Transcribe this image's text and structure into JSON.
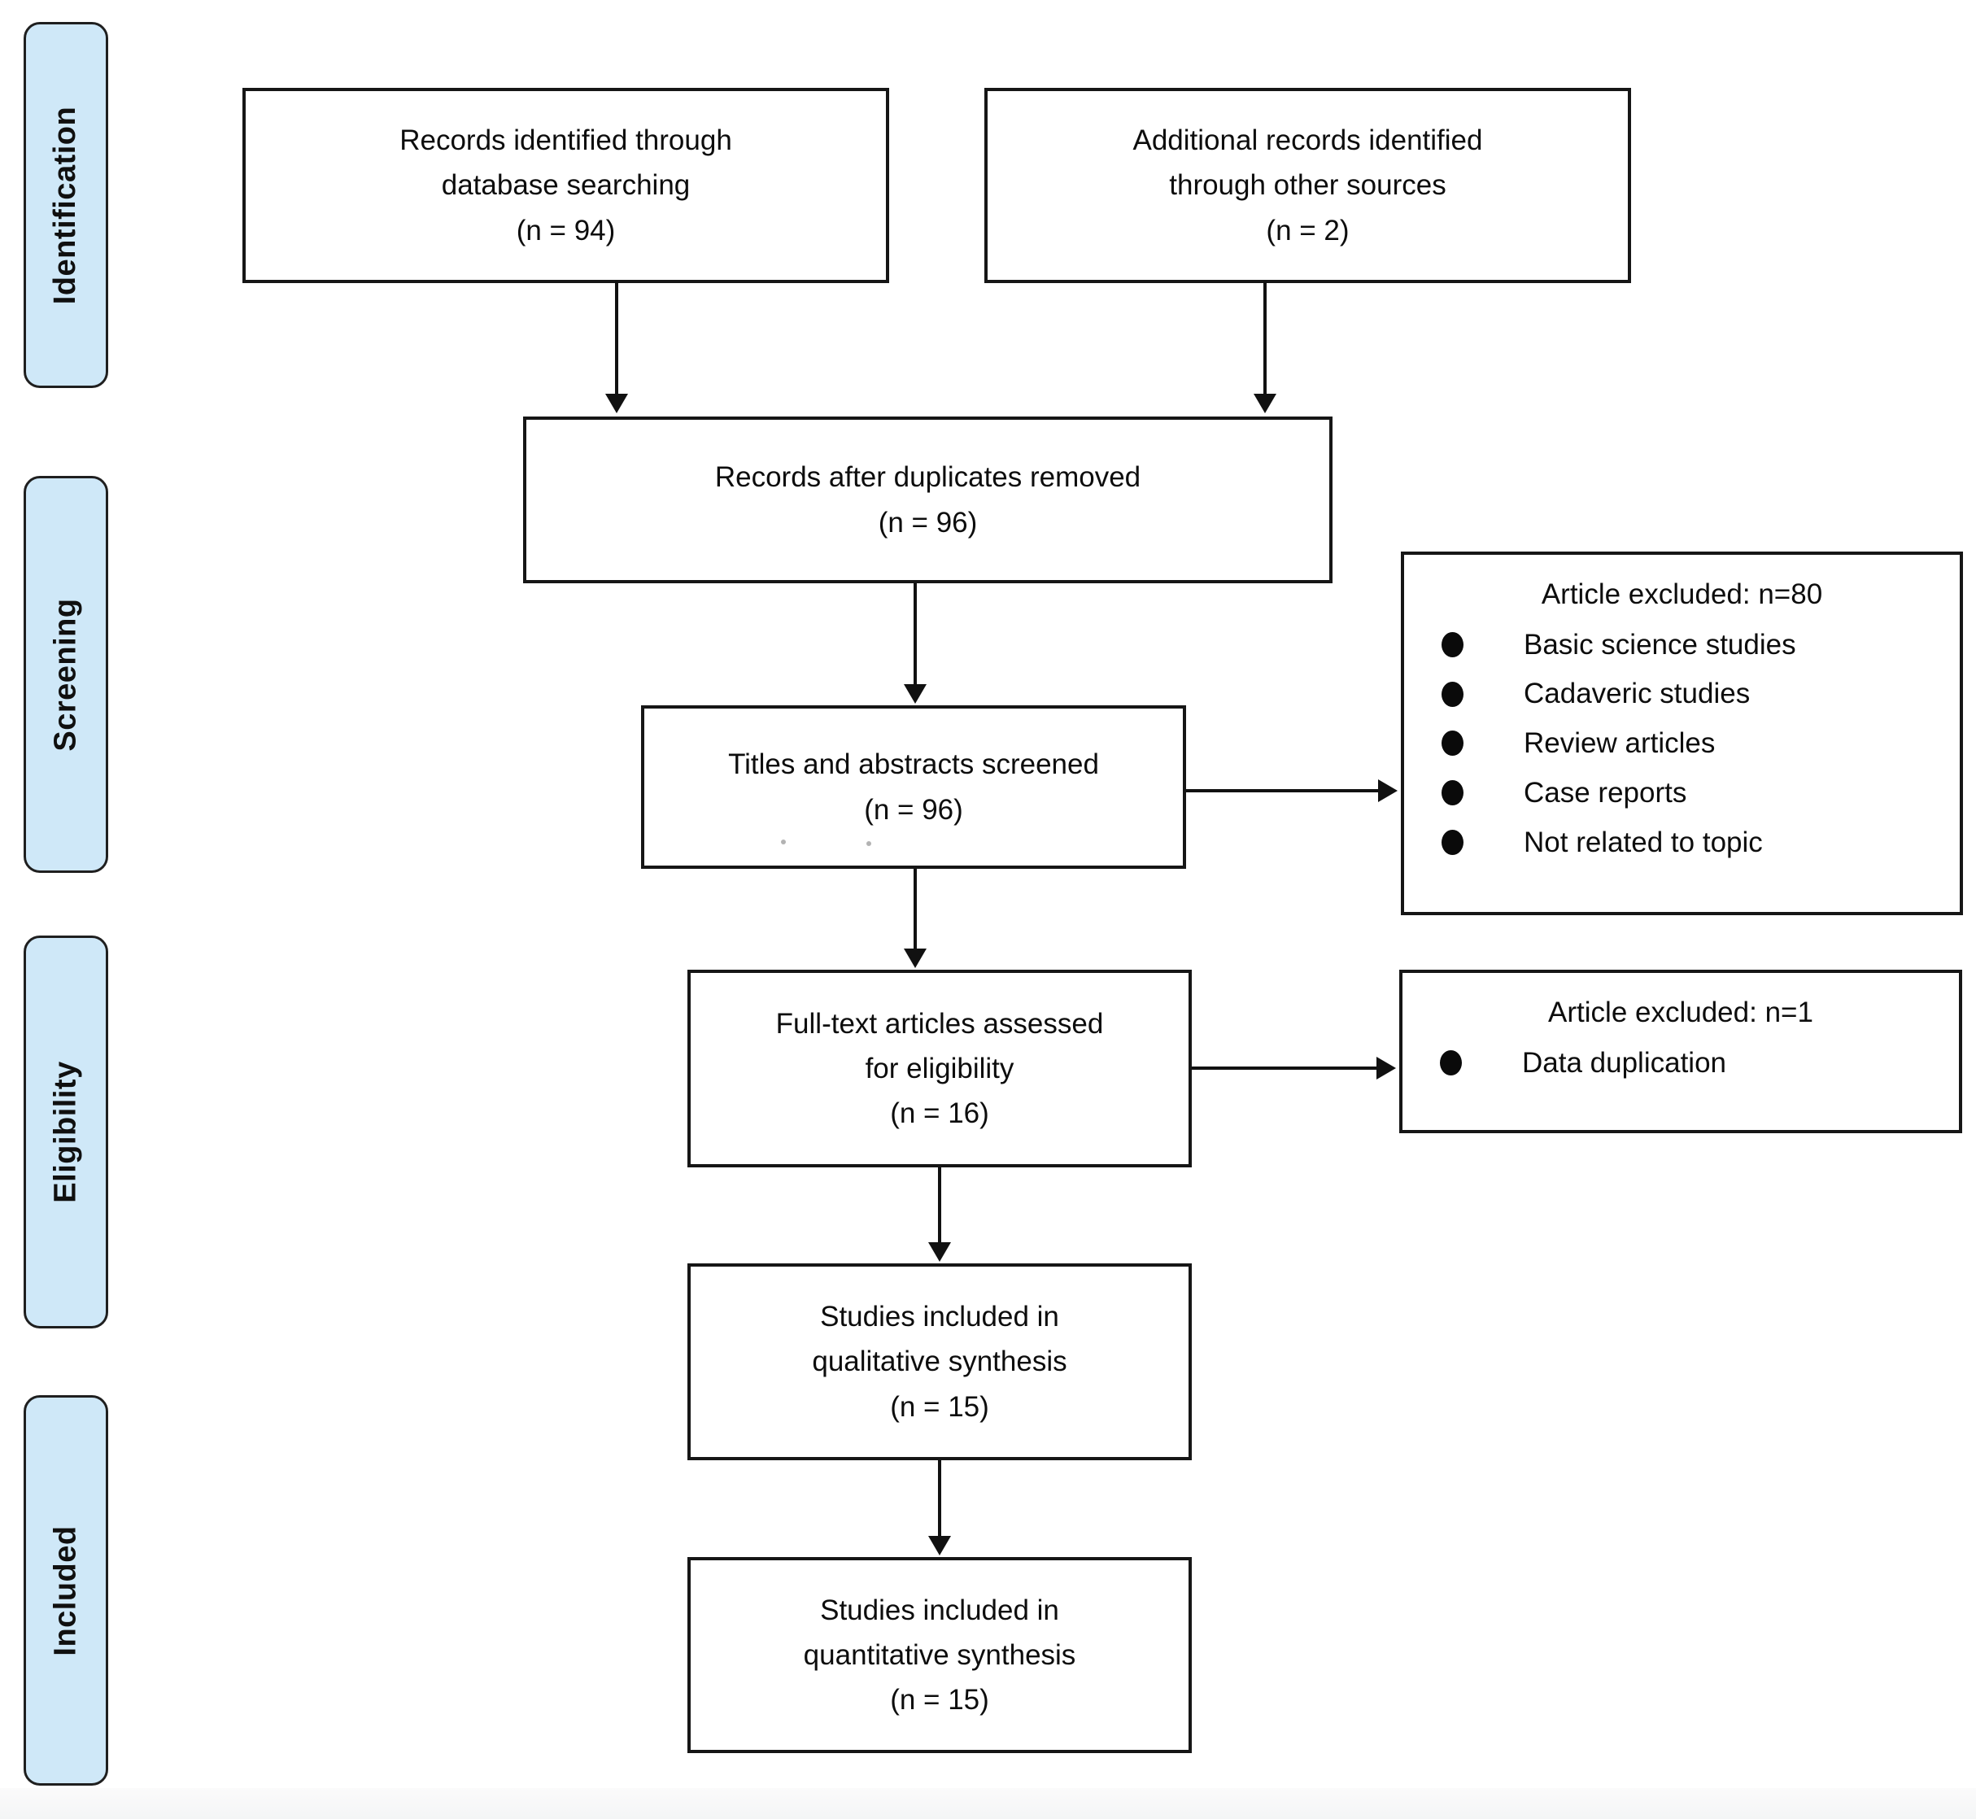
{
  "sidebar": {
    "stages": [
      {
        "label": "Identification"
      },
      {
        "label": "Screening"
      },
      {
        "label": "Eligibility"
      },
      {
        "label": "Included"
      }
    ]
  },
  "flow": {
    "records_identified": {
      "lines": [
        "Records identified through",
        "database searching",
        "(n = 94)"
      ]
    },
    "additional_records": {
      "lines": [
        "Additional records identified",
        "through other sources",
        "(n = 2)"
      ]
    },
    "after_duplicates": {
      "lines": [
        "Records after duplicates removed",
        "(n = 96)"
      ]
    },
    "titles_screened": {
      "lines": [
        "Titles and abstracts screened",
        "(n = 96)"
      ]
    },
    "fulltext_assessed": {
      "lines": [
        "Full-text articles assessed",
        "for eligibility",
        "(n = 16)"
      ]
    },
    "qualitative_included": {
      "lines": [
        "Studies included in",
        "qualitative synthesis",
        "(n = 15)"
      ]
    },
    "quantitative_included": {
      "lines": [
        "Studies included in",
        "quantitative synthesis",
        "(n = 15)"
      ]
    }
  },
  "exclusions": {
    "screening": {
      "title": "Article excluded: n=80",
      "items": [
        "Basic science studies",
        "Cadaveric studies",
        "Review articles",
        "Case reports",
        "Not related to topic"
      ]
    },
    "eligibility": {
      "title": "Article excluded: n=1",
      "items": [
        "Data duplication"
      ]
    }
  },
  "colors": {
    "stage_fill": "#cfe8f8",
    "stage_border": "#1f1f1f",
    "box_border": "#161616",
    "arrow": "#111111",
    "text": "#0d0d0d"
  }
}
